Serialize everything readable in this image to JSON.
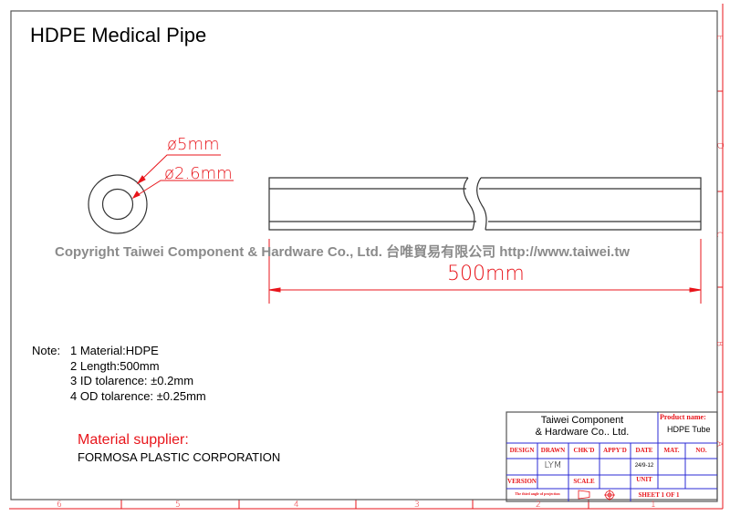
{
  "title": "HDPE Medical Pipe",
  "dimensions": {
    "outer_diameter": "ø5mm",
    "inner_diameter": "ø2.6mm",
    "length": "500mm"
  },
  "watermark": "Copyright Taiwei Component & Hardware Co., Ltd. 台唯貿易有限公司 http://www.taiwei.tw",
  "notes": {
    "label": "Note:",
    "items": [
      "1 Material:HDPE",
      "2 Length:500mm",
      "3 ID tolarence: ±0.2mm",
      "4 OD tolarence: ±0.25mm"
    ]
  },
  "supplier": {
    "label": "Material supplier:",
    "name": "FORMOSA PLASTIC CORPORATION"
  },
  "title_block": {
    "company_line1": "Taiwei Component",
    "company_line2": "& Hardware Co.. Ltd.",
    "product_name_label": "Product name:",
    "product_name": "HDPE  Tube",
    "headers": [
      "DESIGN",
      "DRAWN",
      "CHK'D",
      "APPY'D",
      "DATE",
      "MAT.",
      "NO."
    ],
    "drawn": "LYM",
    "date": "24/9-12",
    "version_label": "VERSION",
    "scale_label": "SCALE",
    "unit_label": "UNIT",
    "projection_label": "The third angle of projection",
    "sheet": "SHEET 1 OF 1"
  },
  "border": {
    "column_labels": [
      "6",
      "5",
      "4",
      "3",
      "2",
      "1"
    ],
    "row_labels": [
      "E",
      "D",
      "C",
      "B",
      "A"
    ]
  },
  "colors": {
    "dimension": "#e8151b",
    "table_lines": "#2b2bd6",
    "outline": "#333333",
    "watermark": "#8a8a8a"
  }
}
